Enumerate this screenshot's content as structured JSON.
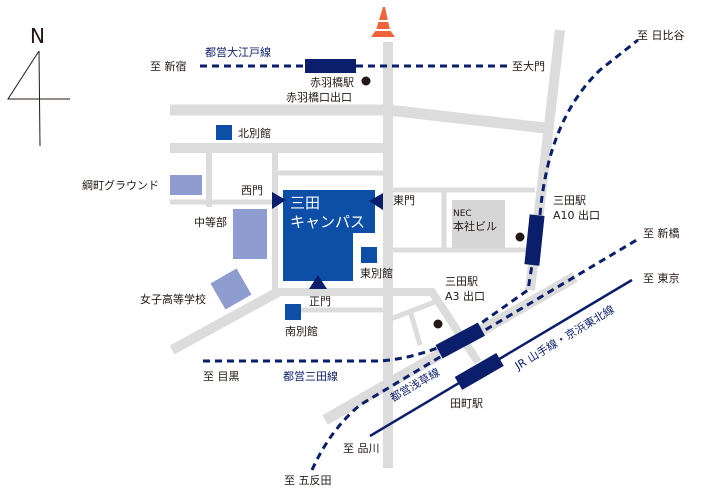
{
  "map": {
    "north": "N",
    "campus_name_line1": "三田",
    "campus_name_line2": "キャンパス",
    "gates": {
      "west": "西門",
      "east": "東門",
      "main": "正門"
    },
    "buildings": {
      "north_annex": "北別館",
      "east_annex": "東別館",
      "south_annex": "南別館",
      "tsunamachi_ground": "綱町グラウンド",
      "junior_high": "中等部",
      "girls_high": "女子高等学校",
      "nec_line1": "NEC",
      "nec_line2": "本社ビル"
    },
    "stations": {
      "akabanebashi": "赤羽橋駅",
      "akabanebashi_exit": "赤羽橋口出口",
      "mita_a10_line1": "三田駅",
      "mita_a10_line2": "A10 出口",
      "mita_a3_line1": "三田駅",
      "mita_a3_line2": "A3 出口",
      "tamachi": "田町駅"
    },
    "lines": {
      "oedo": "都営大江戸線",
      "mita": "都営三田線",
      "asakusa": "都営浅草線",
      "jr": "JR 山手線・京浜東北線"
    },
    "directions": {
      "shinjuku": "至 新宿",
      "daimon": "至大門",
      "hibiya": "至 日比谷",
      "shinbashi": "至 新橋",
      "tokyo": "至 東京",
      "meguro": "至 目黒",
      "shinagawa": "至 品川",
      "gotanda": "至 五反田"
    },
    "colors": {
      "campus": "#0d4ea6",
      "rail": "#0b1e6b",
      "road": "#dcdcdc",
      "other_school": "#8e9ccf",
      "nec": "#d6d6d6",
      "tower": "#f0643c"
    },
    "icons": [
      "north-arrow-icon",
      "tokyo-tower-icon",
      "gate-arrow-icon",
      "exit-dot-icon"
    ]
  }
}
